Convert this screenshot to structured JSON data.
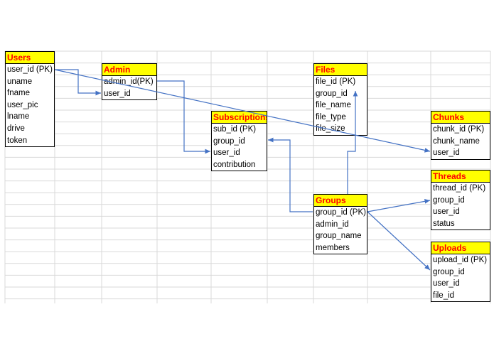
{
  "colors": {
    "header_fill": "#ffff00",
    "header_text": "#ff0000",
    "link": "#4472c4",
    "gridline": "#d9d9d9"
  },
  "tables": {
    "users": {
      "title": "Users",
      "fields": [
        "user_id (PK)",
        "uname",
        "fname",
        "user_pic",
        "lname",
        "drive",
        "token"
      ]
    },
    "admin": {
      "title": "Admin",
      "fields": [
        "admin_id(PK)",
        "user_id"
      ]
    },
    "files": {
      "title": "Files",
      "fields": [
        "file_id (PK)",
        "group_id",
        "file_name",
        "file_type",
        "file_size"
      ]
    },
    "subscriptions": {
      "title": "Subscriptions",
      "fields": [
        "sub_id (PK)",
        "group_id",
        "user_id",
        "contribution"
      ]
    },
    "chunks": {
      "title": "Chunks",
      "fields": [
        "chunk_id (PK)",
        "chunk_name",
        "user_id"
      ]
    },
    "groups": {
      "title": "Groups",
      "fields": [
        "group_id (PK)",
        "admin_id",
        "group_name",
        "members"
      ]
    },
    "threads": {
      "title": "Threads",
      "fields": [
        "thread_id (PK)",
        "group_id",
        "user_id",
        "status"
      ]
    },
    "uploads": {
      "title": "Uploads",
      "fields": [
        "upload_id (PK)",
        "group_id",
        "user_id",
        "file_id"
      ]
    }
  },
  "relations": [
    {
      "from": "users.user_id (PK)",
      "to": "admin.user_id"
    },
    {
      "from": "users.user_id (PK)",
      "to": "chunks.user_id"
    },
    {
      "from": "admin.admin_id(PK)",
      "to": "subscriptions.user_id"
    },
    {
      "from": "groups.group_id (PK)",
      "to": "subscriptions.group_id"
    },
    {
      "from": "groups.group_id (PK)",
      "to": "files.group_id"
    },
    {
      "from": "groups.group_id (PK)",
      "to": "threads.group_id"
    },
    {
      "from": "groups.group_id (PK)",
      "to": "uploads.group_id"
    }
  ]
}
